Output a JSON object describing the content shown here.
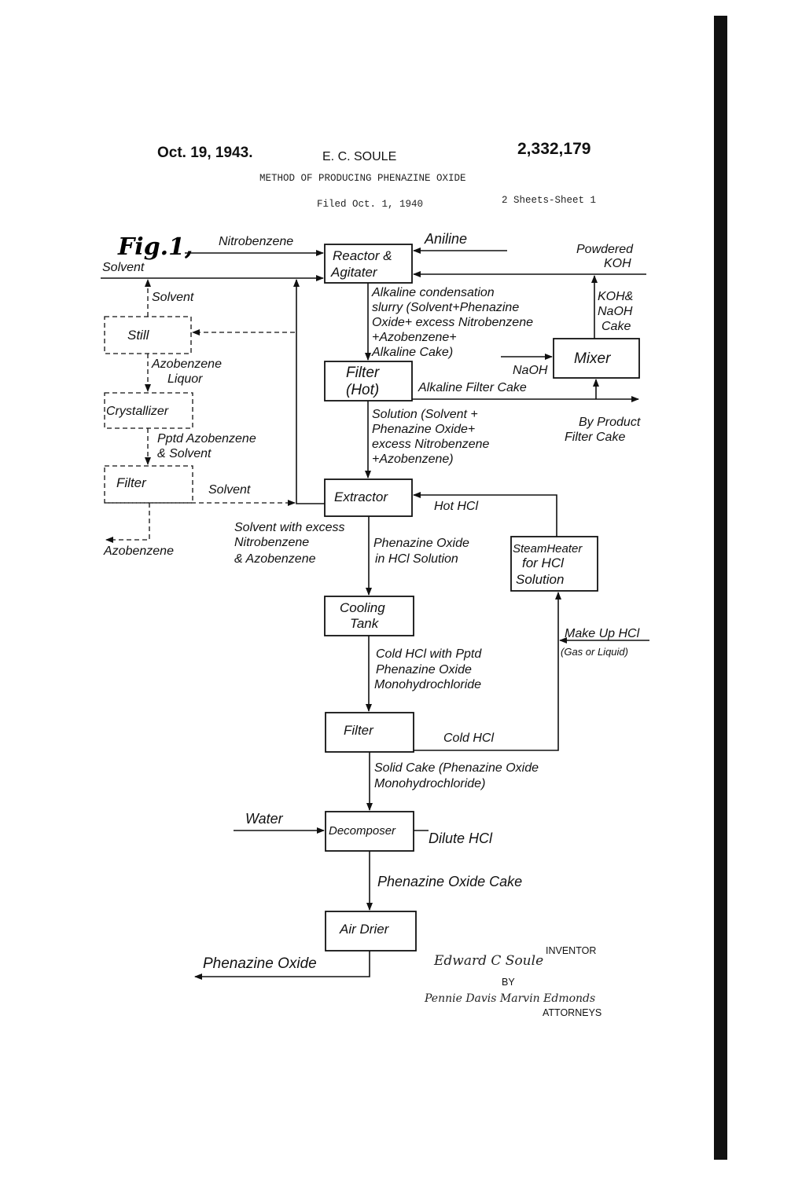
{
  "header": {
    "date": "Oct. 19, 1943.",
    "inventor_name": "E. C. SOULE",
    "patent_number": "2,332,179",
    "title": "METHOD OF PRODUCING PHENAZINE OXIDE",
    "filed": "Filed Oct. 1, 1940",
    "sheets": "2 Sheets-Sheet 1"
  },
  "figure_label": "Fig.1,",
  "boxes": {
    "reactor": [
      "Reactor &",
      "Agitater"
    ],
    "filter_hot": [
      "Filter",
      "(Hot)"
    ],
    "mixer": "Mixer",
    "extractor": "Extractor",
    "steam_heater": [
      "SteamHeater",
      "for HCl",
      "Solution"
    ],
    "cooling_tank": [
      "Cooling",
      "Tank"
    ],
    "filter": "Filter",
    "decomposer": "Decomposer",
    "air_drier": "Air Drier",
    "still": "Still",
    "crystallizer": "Crystallizer",
    "filter_dashed": "Filter"
  },
  "labels": {
    "nitrobenzene": "Nitrobenzene",
    "aniline": "Aniline",
    "solvent_in": "Solvent",
    "powdered_koh": [
      "Powdered",
      "KOH"
    ],
    "solvent_still": "Solvent",
    "slurry": [
      "Alkaline condensation",
      "slurry (Solvent+Phenazine",
      "Oxide+ excess Nitrobenzene",
      "+Azobenzene+",
      "Alkaline Cake)"
    ],
    "koh_naoh_cake": [
      "KOH&",
      "NaOH",
      "Cake"
    ],
    "naoh": "NaOH",
    "azobenzene_liquor": [
      "Azobenzene",
      "Liquor"
    ],
    "alkaline_filter_cake": "Alkaline Filter Cake",
    "solution": [
      "Solution (Solvent +",
      "Phenazine Oxide+",
      "excess Nitrobenzene",
      "+Azobenzene)"
    ],
    "by_product": [
      "By Product",
      "Filter Cake"
    ],
    "pptd_azobenzene": [
      "Pptd Azobenzene",
      "& Solvent"
    ],
    "solvent_return": "Solvent",
    "hot_hcl": "Hot HCl",
    "solvent_excess": [
      "Solvent with excess",
      "Nitrobenzene",
      "& Azobenzene"
    ],
    "azobenzene_out": "Azobenzene",
    "phenazine_hcl": [
      "Phenazine Oxide",
      "in HCl Solution"
    ],
    "make_up_hcl": [
      "Make Up HCl",
      "(Gas or Liquid)"
    ],
    "cold_hcl_pptd": [
      "Cold HCl with Pptd",
      "Phenazine Oxide",
      "Monohydrochloride"
    ],
    "cold_hcl": "Cold HCl",
    "solid_cake": [
      "Solid Cake (Phenazine Oxide",
      "Monohydrochloride)"
    ],
    "water": "Water",
    "dilute_hcl": "Dilute HCl",
    "phenazine_cake": "Phenazine Oxide Cake",
    "phenazine_out": "Phenazine Oxide"
  },
  "signature": {
    "inventor_sig": "Edward C Soule",
    "inventor_label": "INVENTOR",
    "by": "BY",
    "attorneys_sig": "Pennie Davis Marvin Edmonds",
    "attorneys_label": "ATTORNEYS"
  }
}
